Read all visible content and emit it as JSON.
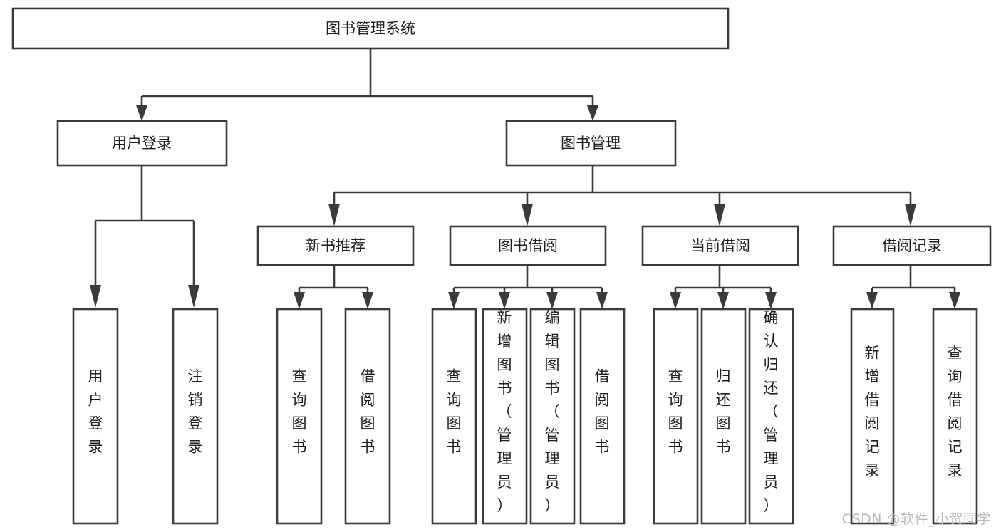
{
  "diagram": {
    "title": "图书管理系统",
    "type": "hierarchy-tree",
    "root": {
      "id": "root",
      "label": "图书管理系统"
    },
    "level2": [
      {
        "id": "user-login",
        "label": "用户登录"
      },
      {
        "id": "book-manage",
        "label": "图书管理"
      }
    ],
    "level3": [
      {
        "id": "new-book-recommend",
        "label": "新书推荐",
        "parent": "book-manage"
      },
      {
        "id": "book-borrow",
        "label": "图书借阅",
        "parent": "book-manage"
      },
      {
        "id": "current-borrow",
        "label": "当前借阅",
        "parent": "book-manage"
      },
      {
        "id": "borrow-record",
        "label": "借阅记录",
        "parent": "book-manage"
      }
    ],
    "leaves": [
      {
        "id": "leaf-user-login",
        "label": "用户登录",
        "parent": "user-login"
      },
      {
        "id": "leaf-logout-login",
        "label": "注销登录",
        "parent": "user-login"
      },
      {
        "id": "leaf-query-book-1",
        "label": "查询图书",
        "parent": "new-book-recommend"
      },
      {
        "id": "leaf-borrow-book-1",
        "label": "借阅图书",
        "parent": "new-book-recommend"
      },
      {
        "id": "leaf-query-book-2",
        "label": "查询图书",
        "parent": "book-borrow"
      },
      {
        "id": "leaf-add-book",
        "label": "新增图书（管理员）",
        "parent": "book-borrow"
      },
      {
        "id": "leaf-edit-book",
        "label": "编辑图书（管理员）",
        "parent": "book-borrow"
      },
      {
        "id": "leaf-borrow-book-2",
        "label": "借阅图书",
        "parent": "book-borrow"
      },
      {
        "id": "leaf-query-book-3",
        "label": "查询图书",
        "parent": "current-borrow"
      },
      {
        "id": "leaf-return-book",
        "label": "归还图书",
        "parent": "current-borrow"
      },
      {
        "id": "leaf-confirm-return",
        "label": "确认归还（管理员）",
        "parent": "current-borrow"
      },
      {
        "id": "leaf-add-record",
        "label": "新增借阅记录",
        "parent": "borrow-record"
      },
      {
        "id": "leaf-query-record",
        "label": "查询借阅记录",
        "parent": "borrow-record"
      }
    ],
    "colors": {
      "box_stroke": "#3a3a3a",
      "box_fill": "#ffffff",
      "connector": "#3a3a3a",
      "text": "#1d1d1d",
      "watermark": "#b9b9b9",
      "background": "#ffffff"
    }
  },
  "watermark": {
    "text": "CSDN @软件_小贺同学"
  }
}
